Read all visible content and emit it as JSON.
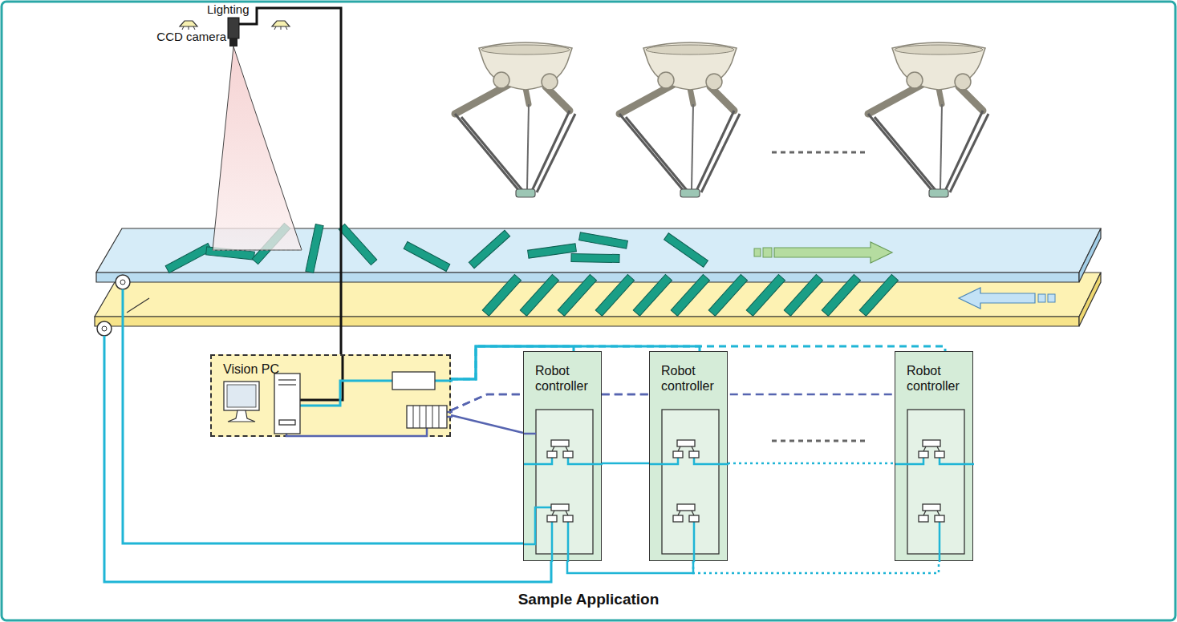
{
  "diagram": {
    "caption": "Sample Application",
    "nodes": [
      {
        "text": [
          "Vision PC"
        ]
      },
      {
        "text": [
          "Robot controller"
        ]
      },
      {
        "text": [
          "Robot controller"
        ]
      },
      {
        "text": [
          "Robot controller"
        ]
      }
    ],
    "edges": [
      {
        "from": 0,
        "to": 1,
        "arrow": "none"
      },
      {
        "from": 0,
        "to": 2,
        "arrow": "none"
      },
      {
        "from": 0,
        "to": 3,
        "arrow": "none"
      },
      {
        "from": 0,
        "to": 1,
        "arrow": "none"
      },
      {
        "from": 0,
        "to": 2,
        "arrow": "none"
      },
      {
        "from": 0,
        "to": 3,
        "arrow": "none"
      },
      {
        "from": 1,
        "to": 2,
        "arrow": "none"
      },
      {
        "from": 2,
        "to": 3,
        "arrow": "none"
      },
      {
        "from": 1,
        "to": 2,
        "arrow": "none"
      },
      {
        "from": 2,
        "to": 3,
        "arrow": "none"
      }
    ],
    "labels": [
      "Lighting",
      "CCD camera"
    ]
  }
}
